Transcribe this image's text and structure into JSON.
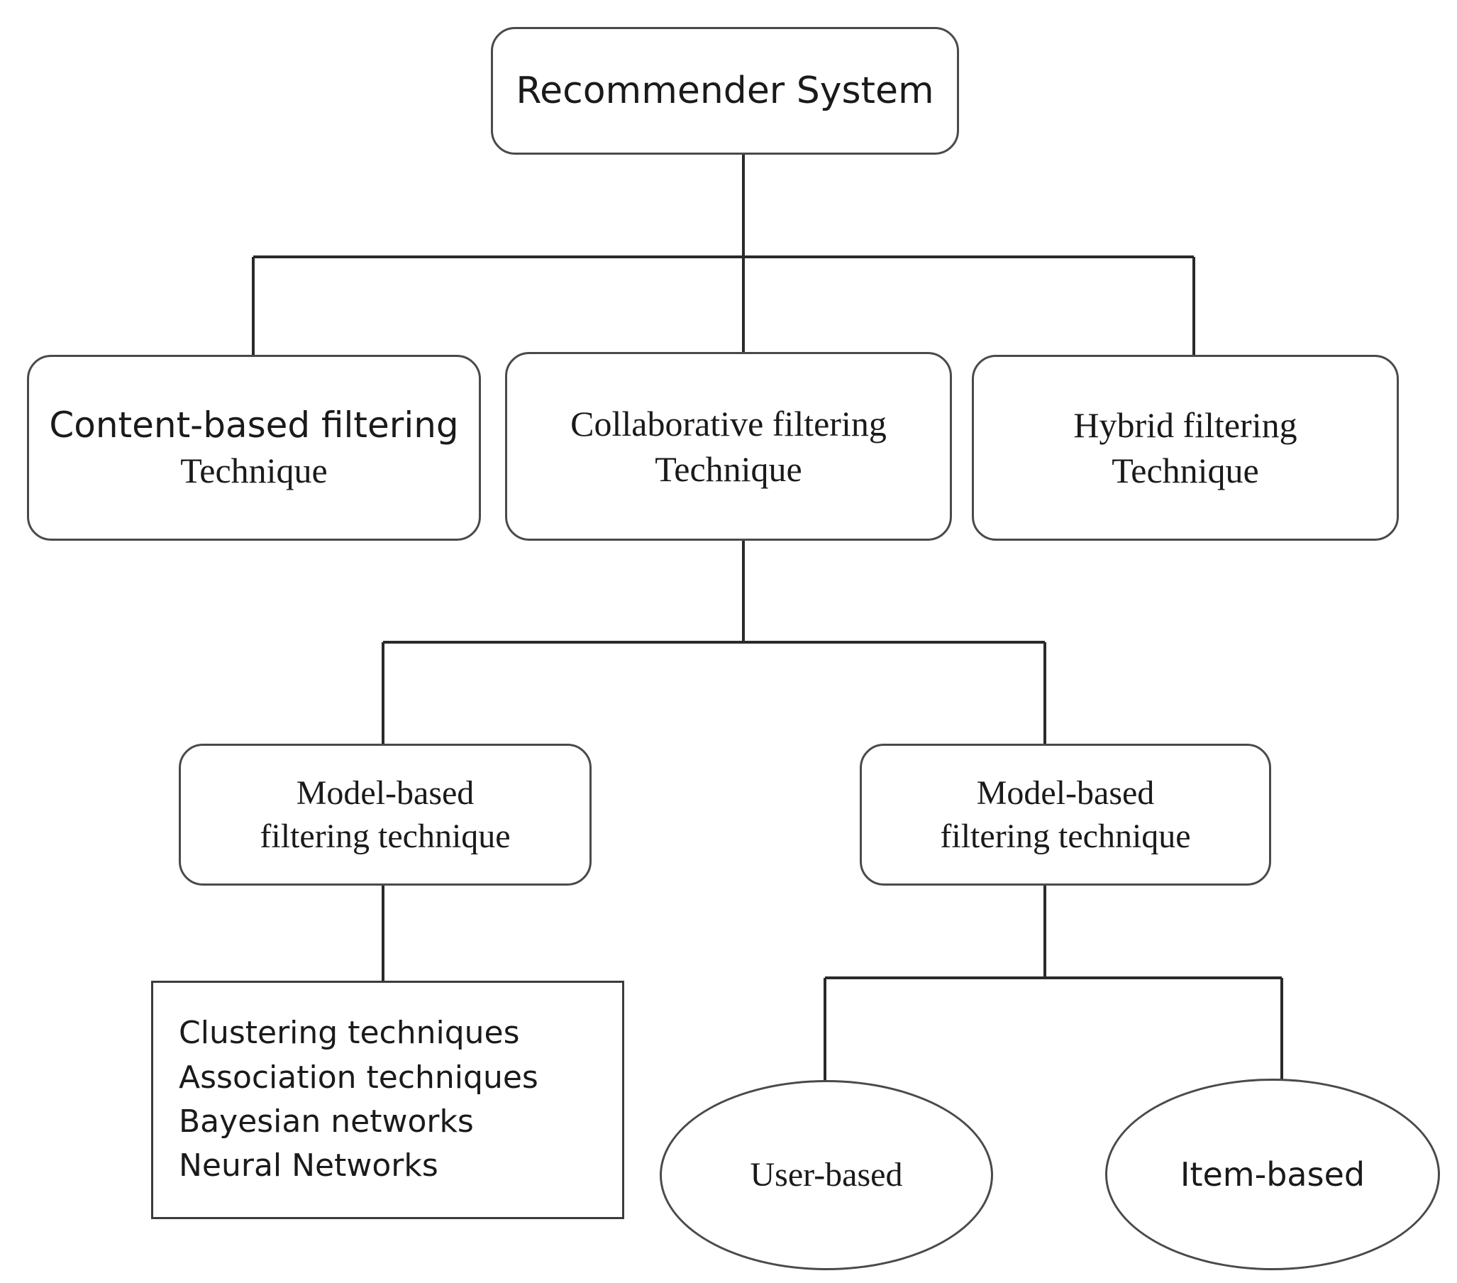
{
  "diagram": {
    "title": "Recommender System taxonomy",
    "type": "hierarchy-tree",
    "stroke_color": "#4a4a4a",
    "text_color": "#1a1a1a",
    "background_color": "#ffffff"
  },
  "nodes": {
    "root": {
      "label": "Recommender System",
      "shape": "rounded-rectangle"
    },
    "content_based": {
      "line1": "Content-based filtering",
      "line2": "Technique",
      "shape": "rounded-rectangle"
    },
    "collaborative": {
      "line1": "Collaborative filtering",
      "line2": "Technique",
      "shape": "rounded-rectangle"
    },
    "hybrid": {
      "line1": "Hybrid filtering",
      "line2": "Technique",
      "shape": "rounded-rectangle"
    },
    "model_based_left": {
      "line1": "Model-based",
      "line2": "filtering technique",
      "shape": "rounded-rectangle"
    },
    "model_based_right": {
      "line1": "Model-based",
      "line2": "filtering technique",
      "shape": "rounded-rectangle"
    },
    "techniques_list": {
      "shape": "rectangle",
      "items": [
        "Clustering techniques",
        "Association techniques",
        "Bayesian networks",
        "Neural Networks"
      ]
    },
    "user_based": {
      "label": "User-based",
      "shape": "ellipse"
    },
    "item_based": {
      "label": "Item-based",
      "shape": "ellipse"
    }
  },
  "edges": [
    {
      "from": "root",
      "to": "content_based"
    },
    {
      "from": "root",
      "to": "collaborative"
    },
    {
      "from": "root",
      "to": "hybrid"
    },
    {
      "from": "collaborative",
      "to": "model_based_left"
    },
    {
      "from": "collaborative",
      "to": "model_based_right"
    },
    {
      "from": "model_based_left",
      "to": "techniques_list"
    },
    {
      "from": "model_based_right",
      "to": "user_based"
    },
    {
      "from": "model_based_right",
      "to": "item_based"
    }
  ]
}
